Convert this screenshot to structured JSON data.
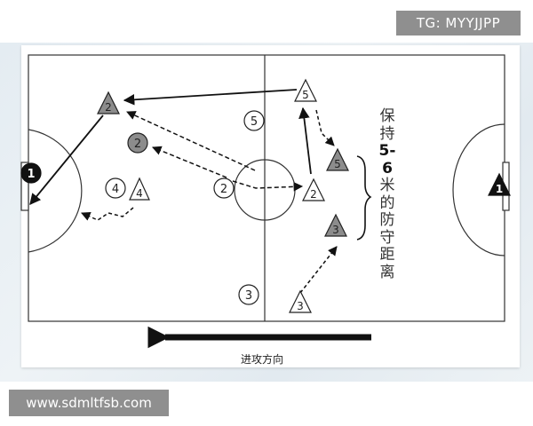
{
  "watermark_top": "TG: MYYJJPP",
  "watermark_bottom": "www.sdmltfsb.com",
  "side_note": {
    "prefix": "保持",
    "strong": "5-6",
    "suffix": "米的防守距离"
  },
  "direction_label": "进攻方向",
  "players": {
    "attackers": [
      {
        "label": "1",
        "style": "black"
      },
      {
        "label": "2",
        "style": "grey"
      },
      {
        "label": "2",
        "style": "white"
      },
      {
        "label": "4",
        "style": "white"
      },
      {
        "label": "5",
        "style": "white"
      },
      {
        "label": "3",
        "style": "white"
      }
    ],
    "defenders": [
      {
        "label": "2",
        "style": "grey"
      },
      {
        "label": "4",
        "style": "white"
      },
      {
        "label": "5",
        "style": "white"
      },
      {
        "label": "5",
        "style": "grey"
      },
      {
        "label": "2",
        "style": "white"
      },
      {
        "label": "3",
        "style": "grey"
      },
      {
        "label": "3",
        "style": "white"
      },
      {
        "label": "1",
        "style": "black"
      }
    ]
  },
  "colors": {
    "line": "#111111",
    "grey_fill": "#8c8c8c",
    "black_fill": "#111111",
    "white_fill": "#ffffff"
  }
}
